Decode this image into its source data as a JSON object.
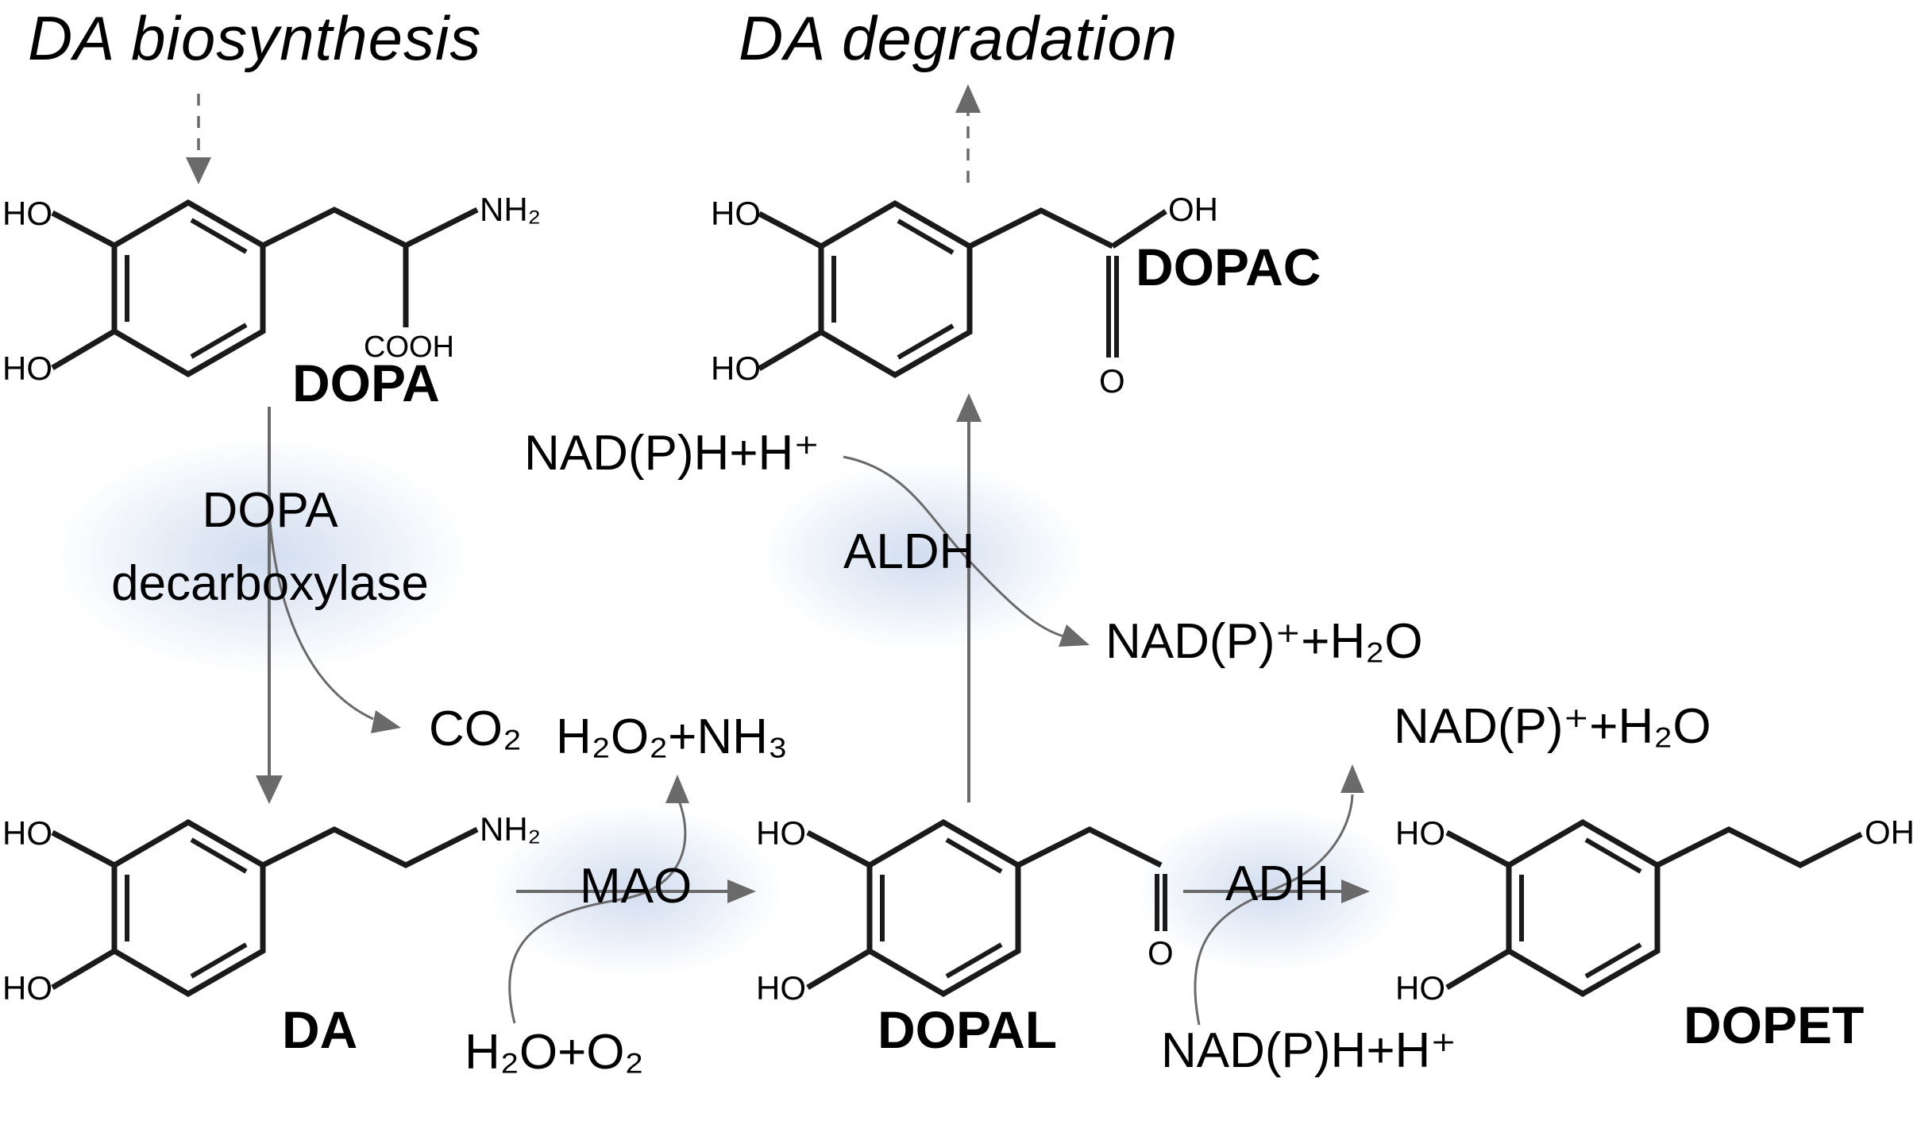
{
  "titles": {
    "biosynthesis": "DA biosynthesis",
    "degradation": "DA degradation"
  },
  "molecules": {
    "dopa": "DOPA",
    "da": "DA",
    "dopal": "DOPAL",
    "dopac": "DOPAC",
    "dopet": "DOPET"
  },
  "enzymes": {
    "decarboxylase_line1": "DOPA",
    "decarboxylase_line2": "decarboxylase",
    "mao": "MAO",
    "aldh": "ALDH",
    "adh": "ADH"
  },
  "cofactors": {
    "co2": "CO₂",
    "h2o2_nh3": "H₂O₂+NH₃",
    "h2o_o2": "H₂O+O₂",
    "nadph_in_aldh": "NAD(P)H+H⁺",
    "nadp_out_aldh": "NAD(P)⁺+H₂O",
    "nadph_in_adh": "NAD(P)H+H⁺",
    "nadp_out_adh": "NAD(P)⁺+H₂O"
  },
  "atoms": {
    "ho": "HO",
    "oh": "OH",
    "o": "O",
    "nh2": "NH₂",
    "cooh": "COOH"
  },
  "colors": {
    "ink": "#000000",
    "bond": "#1a1a1a",
    "arrow": "#6a6a6a",
    "glow": "#ccd9ee"
  }
}
